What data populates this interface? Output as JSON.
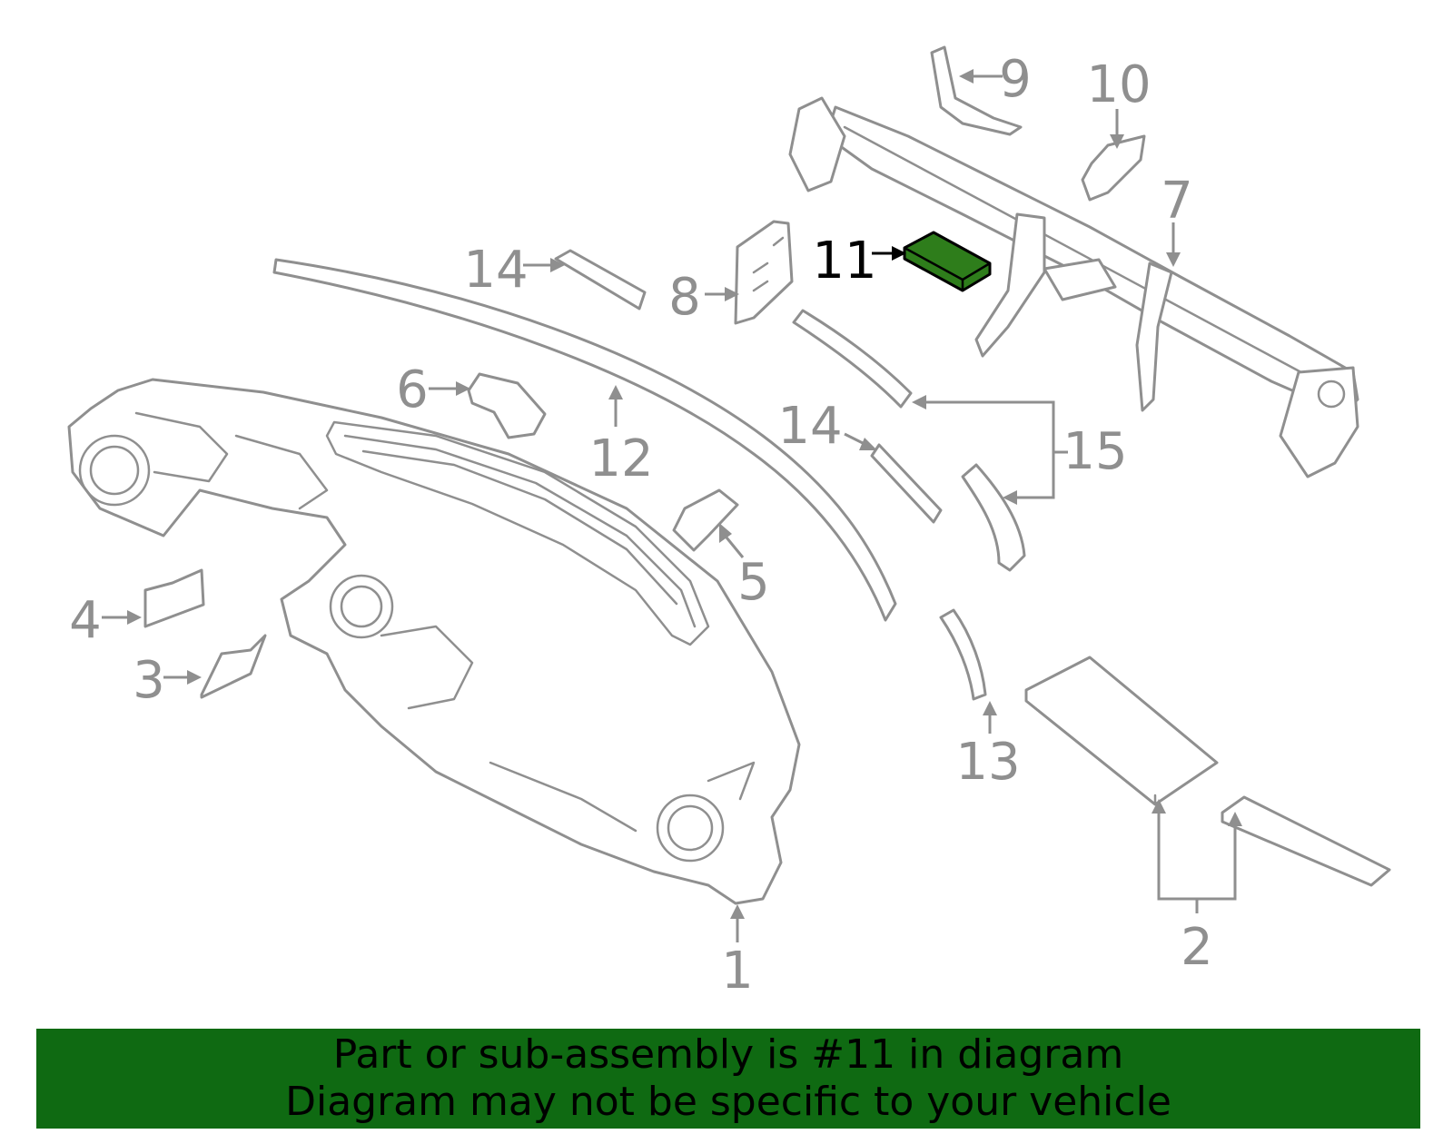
{
  "callouts": {
    "c1": "1",
    "c2": "2",
    "c3": "3",
    "c4": "4",
    "c5": "5",
    "c6": "6",
    "c7": "7",
    "c8": "8",
    "c9": "9",
    "c10": "10",
    "c11": "11",
    "c12": "12",
    "c13": "13",
    "c14a": "14",
    "c14b": "14",
    "c15": "15"
  },
  "highlighted_part": "11",
  "colors": {
    "highlight": "#2e7d1b",
    "banner": "#0f6a12",
    "line": "#8f8f8f"
  },
  "banner": {
    "line1": "Part or sub-assembly is #11 in diagram",
    "line2": "Diagram may not be specific to your vehicle"
  }
}
